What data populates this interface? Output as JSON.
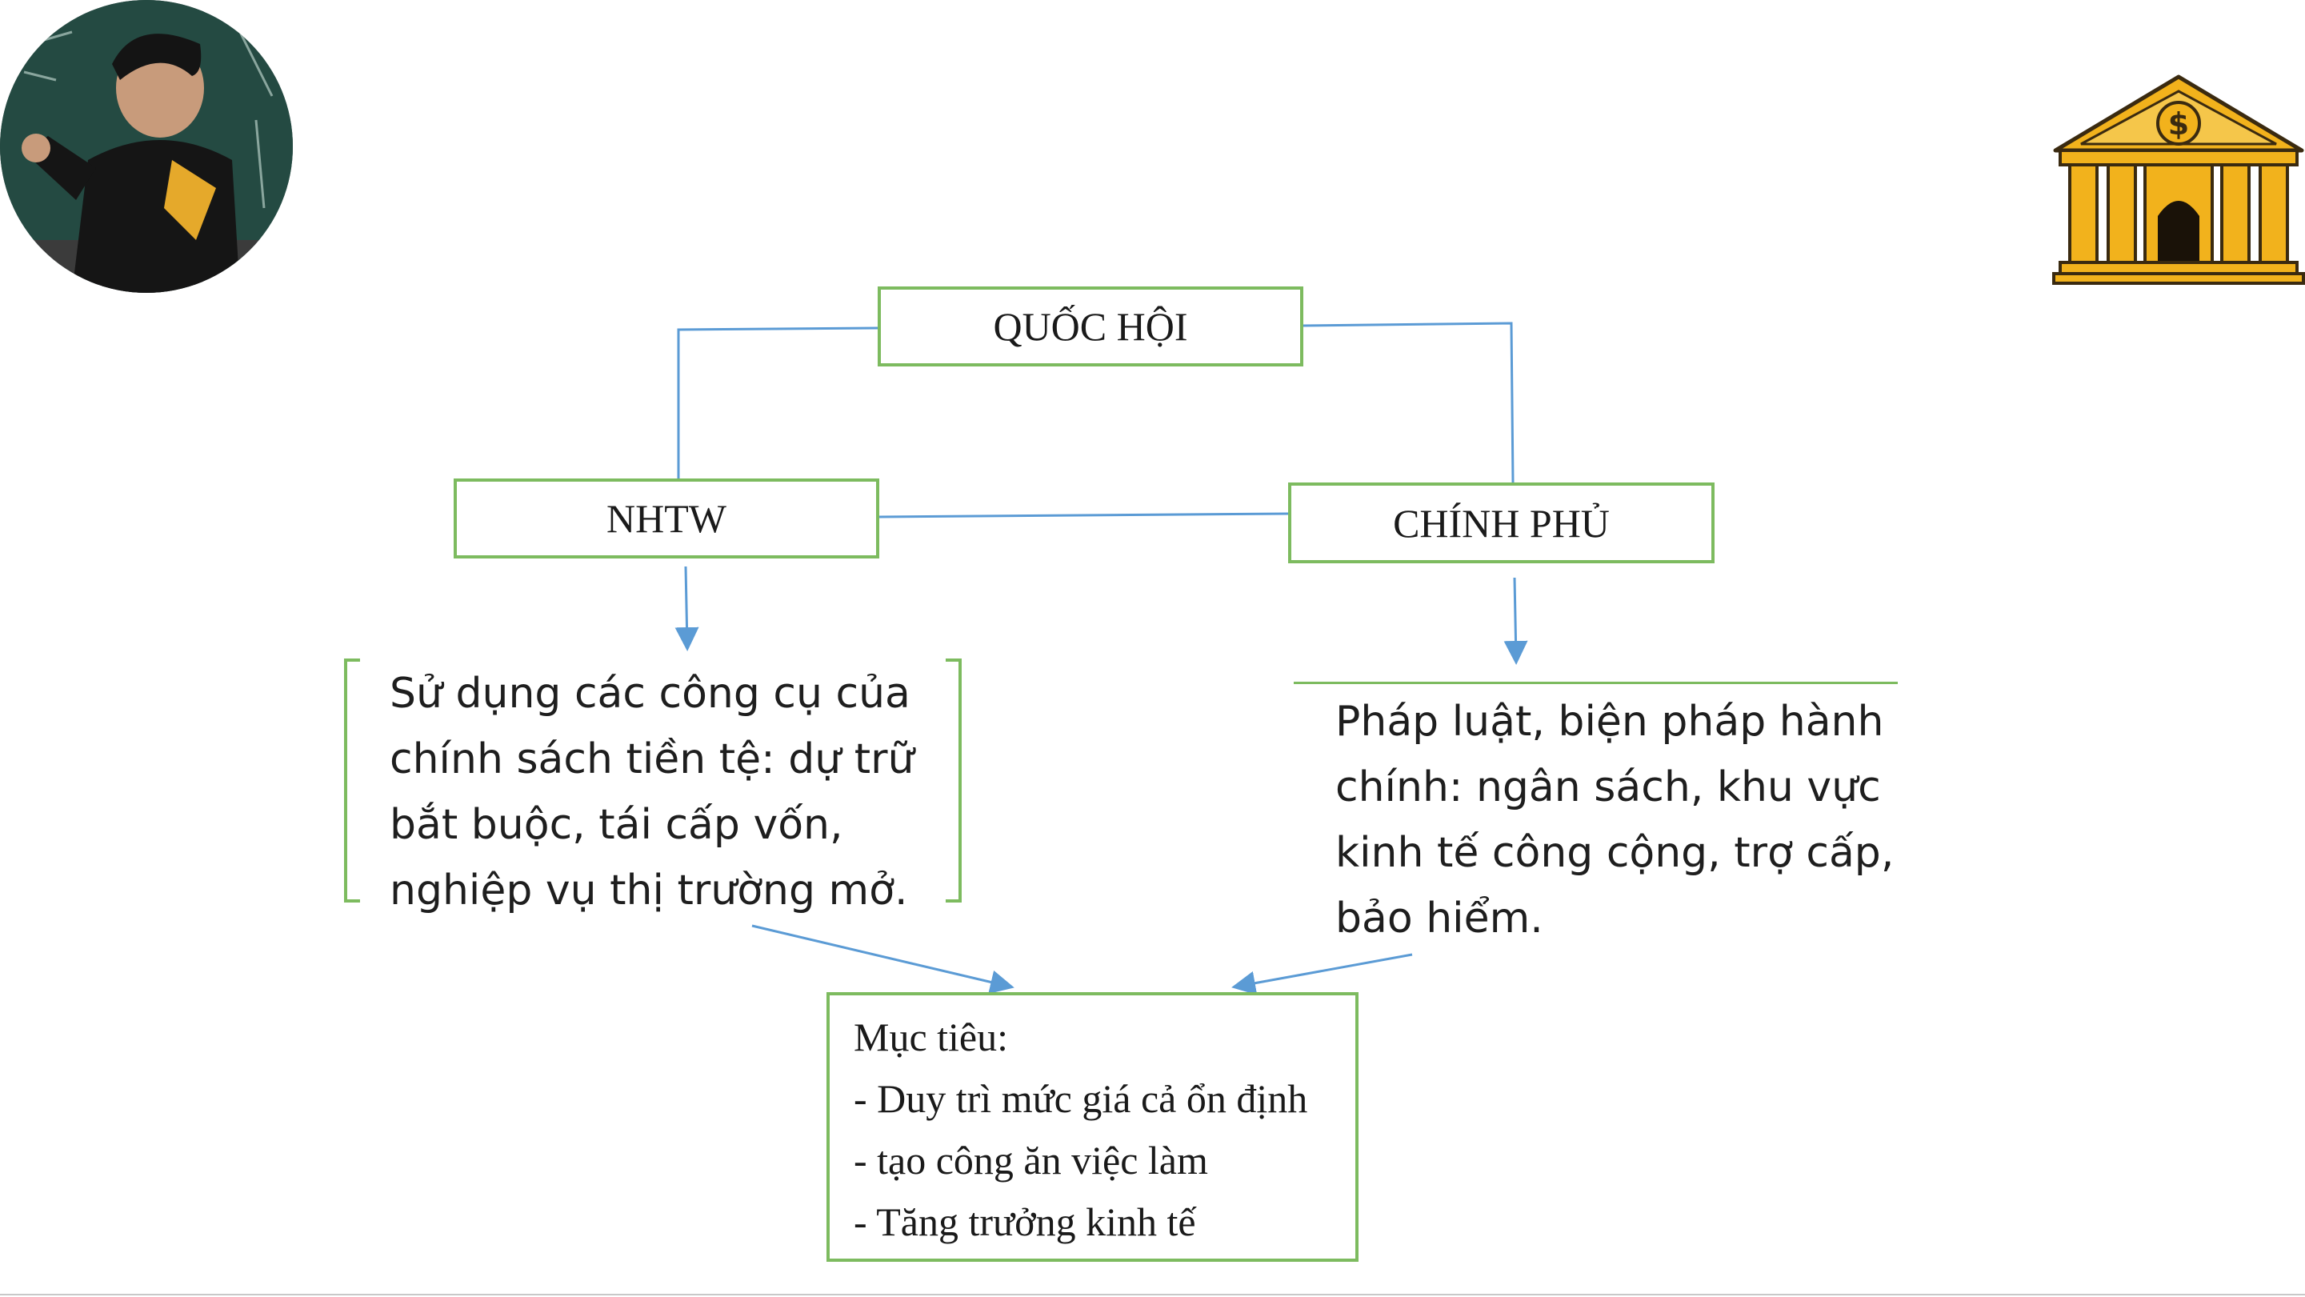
{
  "diagram": {
    "nodes": {
      "quoc_hoi": "QUỐC HỘI",
      "nhtw": "NHTW",
      "chinh_phu": "CHÍNH PHỦ"
    },
    "left_text": [
      "Sử dụng các công cụ của",
      "chính sách tiền tệ: dự trữ",
      "bắt buộc, tái cấp vốn,",
      "nghiệp vụ thị trường mở."
    ],
    "right_text": [
      "Pháp luật, biện pháp hành",
      "chính: ngân sách, khu vực",
      "kinh tế công cộng, trợ cấp,",
      "bảo hiểm."
    ],
    "goal_box": {
      "title": "Mục tiêu:",
      "items": [
        "- Duy trì mức giá cả ổn định",
        "- tạo công ăn việc làm",
        "- Tăng trưởng kinh tế"
      ]
    }
  },
  "decor": {
    "bank_icon": "bank-building-icon",
    "bank_symbol": "$",
    "avatar": "presenter-avatar"
  },
  "colors": {
    "box_border": "#7dbb5f",
    "connector": "#5b9bd5",
    "bank_gold": "#f2b21c",
    "bank_outline": "#3a2a10"
  }
}
